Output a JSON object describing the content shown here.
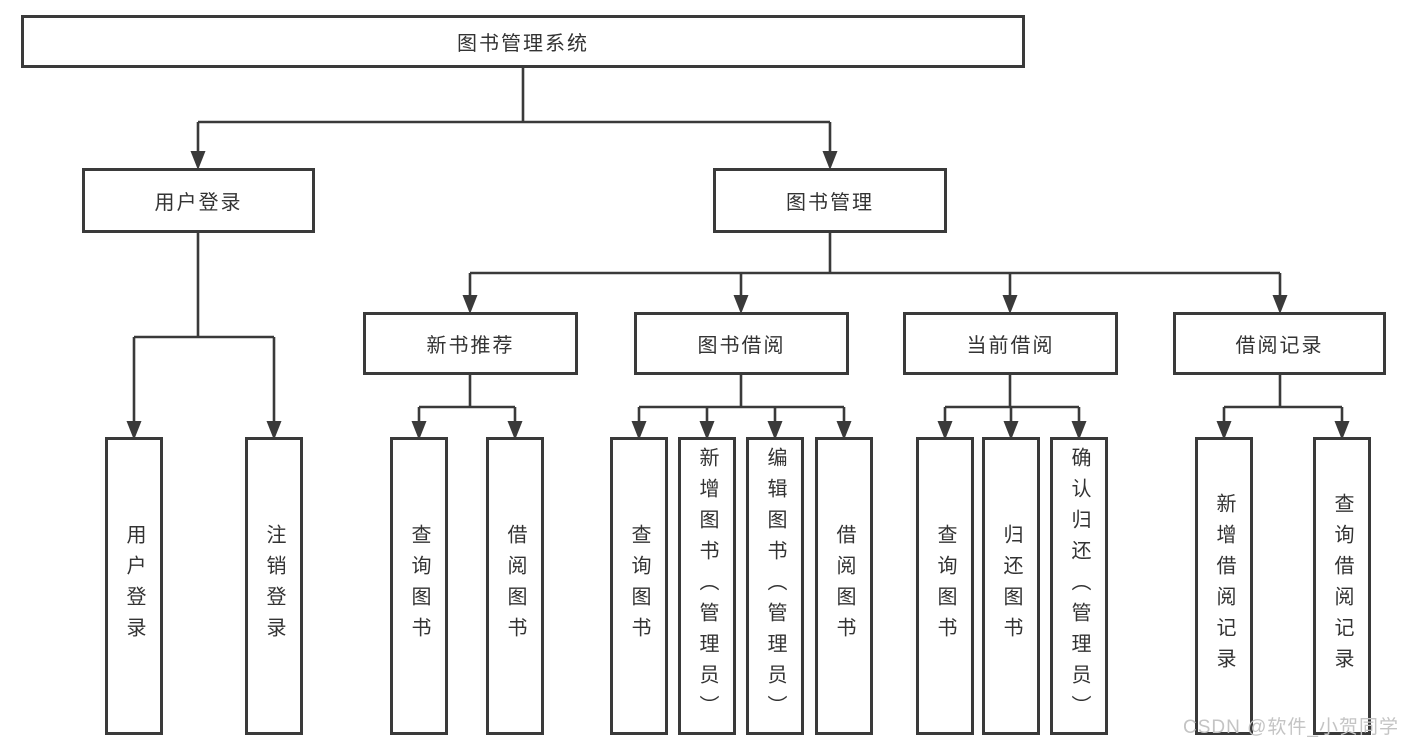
{
  "diagram": {
    "title": "图书管理系统",
    "watermark": "CSDN @软件_小贺同学",
    "colors": {
      "line": "#3a3a3a",
      "border": "#3a3a3a",
      "text": "#333333",
      "watermark": "#c4c4c4",
      "background": "#ffffff"
    },
    "nodes": {
      "root": {
        "label": "图书管理系统"
      },
      "user_login": {
        "label": "用户登录"
      },
      "book_mgmt": {
        "label": "图书管理"
      },
      "new_book_rec": {
        "label": "新书推荐"
      },
      "book_borrow": {
        "label": "图书借阅"
      },
      "current_borrow": {
        "label": "当前借阅"
      },
      "borrow_records": {
        "label": "借阅记录"
      },
      "leaves": {
        "user_login_leaf": "用户登录",
        "logout": "注销登录",
        "nb_query": "查询图书",
        "nb_borrow": "借阅图书",
        "bb_query": "查询图书",
        "bb_add": "新增图书（管理员）",
        "bb_edit": "编辑图书（管理员）",
        "bb_borrow": "借阅图书",
        "cb_query": "查询图书",
        "cb_return": "归还图书",
        "cb_confirm": "确认归还（管理员）",
        "br_add": "新增借阅记录",
        "br_query": "查询借阅记录"
      }
    }
  }
}
